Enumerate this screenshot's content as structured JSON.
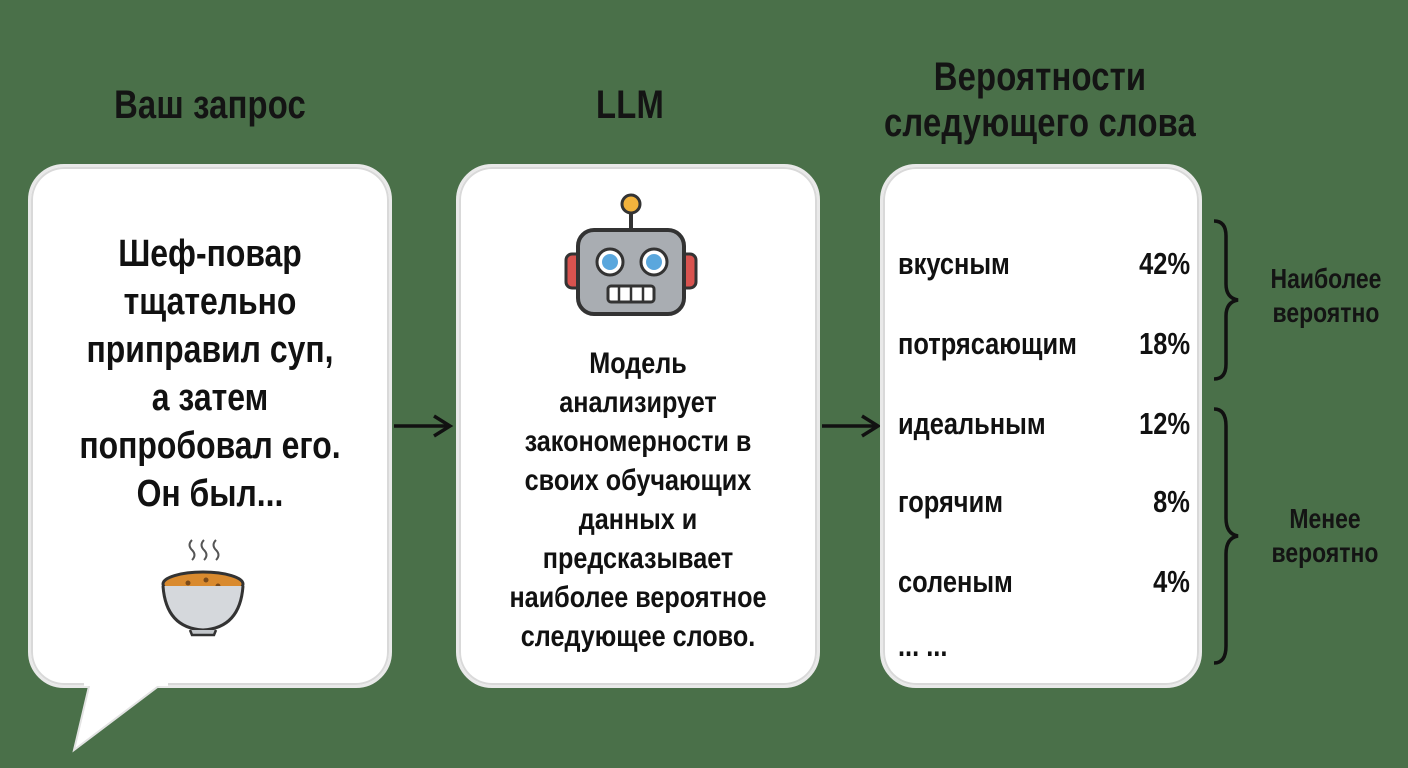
{
  "titles": {
    "prompt": "Ваш запрос",
    "llm": "LLM",
    "probs_line1": "Вероятности",
    "probs_line2": "следующего слова"
  },
  "prompt_lines": [
    "Шеф-повар",
    "тщательно",
    "приправил суп,",
    "а затем",
    "попробовал его.",
    "Он был..."
  ],
  "llm_lines": [
    "Модель",
    "анализирует",
    "закономерности в",
    "своих обучающих",
    "данных и",
    "предсказывает",
    "наиболее вероятное",
    "следующее слово."
  ],
  "candidates": [
    {
      "word": "вкусным",
      "prob": "42%"
    },
    {
      "word": "потрясающим",
      "prob": "18%"
    },
    {
      "word": "идеальным",
      "prob": "12%"
    },
    {
      "word": "горячим",
      "prob": "8%"
    },
    {
      "word": "соленым",
      "prob": "4%"
    },
    {
      "word": "... ...",
      "prob": ""
    }
  ],
  "groups": {
    "most_likely_line1": "Наиболее",
    "most_likely_line2": "вероятно",
    "less_likely_line1": "Менее",
    "less_likely_line2": "вероятно"
  },
  "icons": [
    "speech-bubble-tail",
    "soup-bowl-icon",
    "robot-icon",
    "arrow-right-icon",
    "curly-brace-icon"
  ],
  "colors": {
    "background": "#4a7049",
    "box": "#ffffff",
    "robot_body": "#a9adb2",
    "robot_eyes": "#5aa7dd",
    "robot_ears": "#d9534f",
    "robot_antenna": "#f2b33d",
    "soup": "#d98a2e"
  }
}
